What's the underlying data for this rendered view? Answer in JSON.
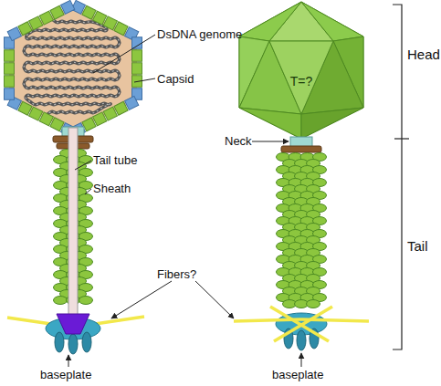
{
  "diagram": {
    "nodes": [
      {
        "text": [
          "T=?"
        ]
      }
    ],
    "labels": [
      "DsDNA genome",
      "Capsid",
      "Tail tube",
      "Sheath",
      "Fibers?",
      "baseplate",
      "Neck",
      "baseplate",
      "Head",
      "Tail"
    ]
  }
}
